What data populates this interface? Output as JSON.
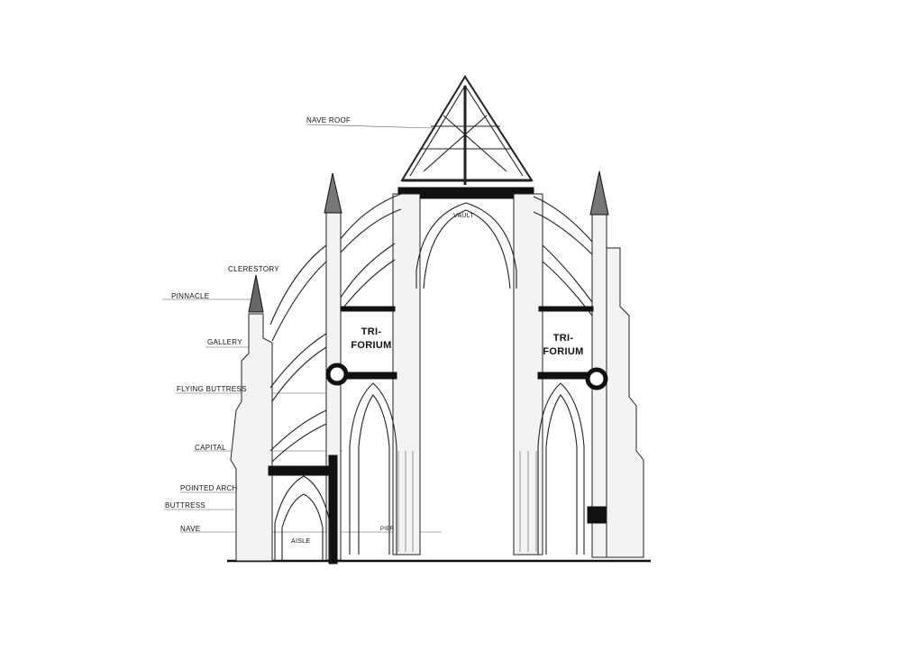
{
  "title": "Gothic cathedral cross-section",
  "labels": {
    "nave_roof": "NAVE ROOF",
    "vault": "VAULT",
    "clerestory": "CLERESTORY",
    "pinnacle": "PINNACLE",
    "gallery": "GALLERY",
    "flying_buttress": "FLYING BUTTRESS",
    "capital": "CAPITAL",
    "pointed_arch": "POINTED ARCH",
    "buttress": "BUTTRESS",
    "nave": "NAVE",
    "aisle": "AISLE",
    "pier": "PIER",
    "triforium_left_1": "TRI-",
    "triforium_left_2": "FORIUM",
    "triforium_right_1": "TRI-",
    "triforium_right_2": "FORIUM"
  }
}
